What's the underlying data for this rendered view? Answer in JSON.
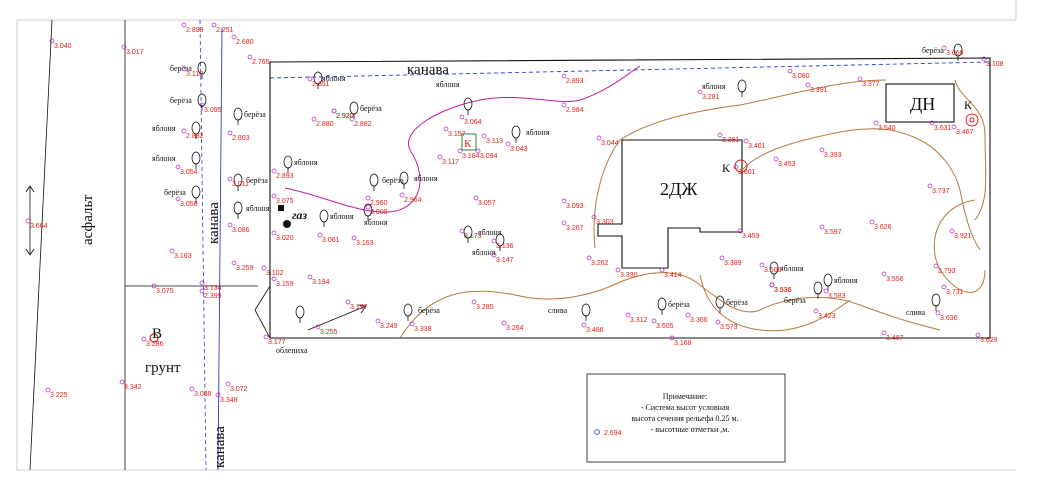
{
  "labels": {
    "asphalt": "асфальт",
    "ditch_top": "канава",
    "ditch_left": "канава",
    "ditch_bottom": "канава",
    "ground": "грунт",
    "house": "2ДЖ",
    "shed": "ДН",
    "gas": "газ",
    "well_v": "В",
    "k_corner": "К",
    "k_house": "К",
    "k_well": "К"
  },
  "trees": [
    {
      "name": "берёза"
    },
    {
      "name": "берёза"
    },
    {
      "name": "яблоня"
    },
    {
      "name": "яблоня"
    },
    {
      "name": "берёза"
    },
    {
      "name": "берёза"
    },
    {
      "name": "берёза"
    },
    {
      "name": "яблоня"
    },
    {
      "name": "яблоня"
    },
    {
      "name": "яблоня"
    },
    {
      "name": "берёза"
    },
    {
      "name": "берёза"
    },
    {
      "name": "яблоня"
    },
    {
      "name": "яблоня"
    },
    {
      "name": "яблоня"
    },
    {
      "name": "яблоня"
    },
    {
      "name": "яблоня"
    },
    {
      "name": "яблоня"
    },
    {
      "name": "яблоня"
    },
    {
      "name": "яблоня"
    },
    {
      "name": "берёза"
    },
    {
      "name": "слива"
    },
    {
      "name": "облепиха"
    },
    {
      "name": "берёза"
    },
    {
      "name": "берёза"
    },
    {
      "name": "берёза"
    },
    {
      "name": "яблоня"
    },
    {
      "name": "яблоня"
    },
    {
      "name": "слива"
    },
    {
      "name": "берёза"
    }
  ],
  "elevations": [
    "3.040",
    "3.017",
    "2.899",
    "2.251",
    "2.680",
    "3.110",
    "3.095",
    "2.882",
    "2.803",
    "3.054",
    "3.011",
    "3.058",
    "3.086",
    "3.163",
    "3.259",
    "3.134",
    "3.075",
    "2.399",
    "2.765",
    "2.651",
    "2.880",
    "2.920",
    "2.882",
    "2.920",
    "2.893",
    "2.984",
    "3.064",
    "3.157",
    "3.113",
    "3.043",
    "3.117",
    "3.184",
    "3.094",
    "2.893",
    "3.075",
    "3.020",
    "3.061",
    "3.163",
    "2.960",
    "3.000",
    "2.964",
    "3.057",
    "3.093",
    "3.173",
    "3.136",
    "3.147",
    "3.102",
    "3.159",
    "3.194",
    "3.197",
    "3.255",
    "3.249",
    "3.338",
    "3.285",
    "3.264",
    "3.177",
    "3.044",
    "3.303",
    "3.262",
    "3.267",
    "3.330",
    "3.414",
    "3.381",
    "3.401",
    "3.601",
    "3.459",
    "3.389",
    "3.281",
    "3.080",
    "3.391",
    "3.377",
    "3.540",
    "3.631",
    "3.453",
    "3.393",
    "3.597",
    "3.626",
    "3.737",
    "3.921",
    "3.793",
    "3.731",
    "3.556",
    "3.536",
    "3.508",
    "3.536",
    "3.423",
    "3.583",
    "3.636",
    "3.487",
    "3.629",
    "3.069",
    "3.108",
    "3.467",
    "3.486",
    "3.312",
    "3.605",
    "3.366",
    "3.573",
    "3.168",
    "3.664",
    "3.286",
    "3.342",
    "3.225",
    "3.088",
    "3.072",
    "3.348"
  ],
  "note": {
    "title": "Примечание:",
    "line1": "- Система высот условная",
    "line2": "высота сечения рельефа 0.25 м.",
    "line3": "- высотные отметки ,м.",
    "sample": "2.694"
  }
}
